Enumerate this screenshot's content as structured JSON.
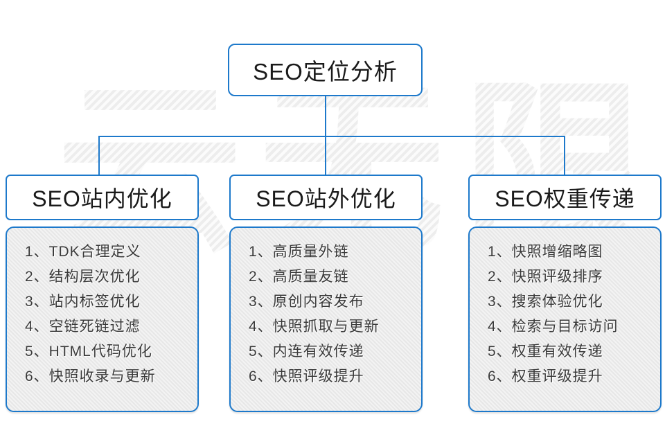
{
  "diagram": {
    "root": {
      "title": "SEO定位分析"
    },
    "columns": [
      {
        "title": "SEO站内优化",
        "items": [
          "1、TDK合理定义",
          "2、结构层次优化",
          "3、站内标签优化",
          "4、空链死链过滤",
          "5、HTML代码优化",
          "6、快照收录与更新"
        ]
      },
      {
        "title": "SEO站外优化",
        "items": [
          "1、高质量外链",
          "2、高质量友链",
          "3、原创内容发布",
          "4、快照抓取与更新",
          "5、内连有效传递",
          "6、快照评级提升"
        ]
      },
      {
        "title": "SEO权重传递",
        "items": [
          "1、快照增缩略图",
          "2、快照评级排序",
          "3、搜索体验优化",
          "4、检索与目标访问",
          "5、权重有效传递",
          "6、权重评级提升"
        ]
      }
    ],
    "watermark": "云无限",
    "colors": {
      "accent_blue": "#1d79cb",
      "panel_fill": "#e9e9e9",
      "title_text": "#1a1a1a",
      "list_text": "#3a3a3a",
      "watermark_gray": "#ededed"
    }
  }
}
